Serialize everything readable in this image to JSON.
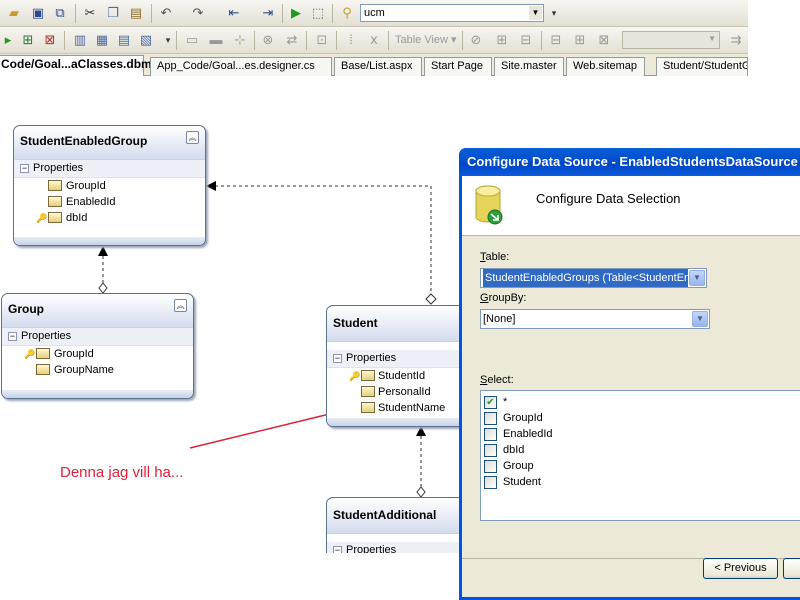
{
  "toolbar1": {
    "icons": [
      "open-folder-icon",
      "save-icon",
      "save-all-icon",
      "cut-icon",
      "copy-icon",
      "paste-icon",
      "undo-icon",
      "redo-icon",
      "navigate-back-icon",
      "navigate-forward-icon",
      "start-debug-icon",
      "attach-icon",
      "find-icon"
    ],
    "config_value": "ucm"
  },
  "toolbar2": {
    "table_view_label": "Table View"
  },
  "tabs": [
    {
      "label": "Code/Goal...aClasses.dbml",
      "active": true
    },
    {
      "label": "App_Code/Goal...es.designer.cs",
      "active": false
    },
    {
      "label": "Base/List.aspx",
      "active": false
    },
    {
      "label": "Start Page",
      "active": false
    },
    {
      "label": "Site.master",
      "active": false
    },
    {
      "label": "Web.sitemap",
      "active": false
    },
    {
      "label": "Student/StudentG",
      "active": false
    }
  ],
  "entities": {
    "student_enabled_group": {
      "title": "StudentEnabledGroup",
      "section": "Properties",
      "props": [
        "GroupId",
        "EnabledId",
        "dbId"
      ]
    },
    "group": {
      "title": "Group",
      "section": "Properties",
      "props": [
        "GroupId",
        "GroupName"
      ]
    },
    "student": {
      "title": "Student",
      "section": "Properties",
      "props": [
        "StudentId",
        "PersonalId",
        "StudentName"
      ]
    },
    "student_additional": {
      "title": "StudentAdditional",
      "section": "Properties"
    }
  },
  "annotation": "Denna jag vill ha...",
  "dialog": {
    "title": "Configure Data Source - EnabledStudentsDataSource",
    "heading": "Configure Data Selection",
    "table_label_accel": "T",
    "table_label_rest": "able:",
    "table_value": "StudentEnabledGroups (Table<StudentEnabledGroup>)",
    "groupby_label_accel": "G",
    "groupby_label_rest": "roupBy:",
    "groupby_value": "[None]",
    "select_label_accel": "S",
    "select_label_rest": "elect:",
    "select_items": [
      {
        "label": "*",
        "checked": true
      },
      {
        "label": "GroupId",
        "checked": false
      },
      {
        "label": "EnabledId",
        "checked": false
      },
      {
        "label": "dbId",
        "checked": false
      },
      {
        "label": "Group",
        "checked": false
      },
      {
        "label": "Student",
        "checked": false
      }
    ],
    "previous_button": "< Previous",
    "previous_accel": "P",
    "colors": {
      "title_bar": "#0054e3",
      "selection": "#316ac5"
    }
  },
  "colors": {
    "annotation_arrow": "#e0203a",
    "entity_border": "#5a7392"
  }
}
